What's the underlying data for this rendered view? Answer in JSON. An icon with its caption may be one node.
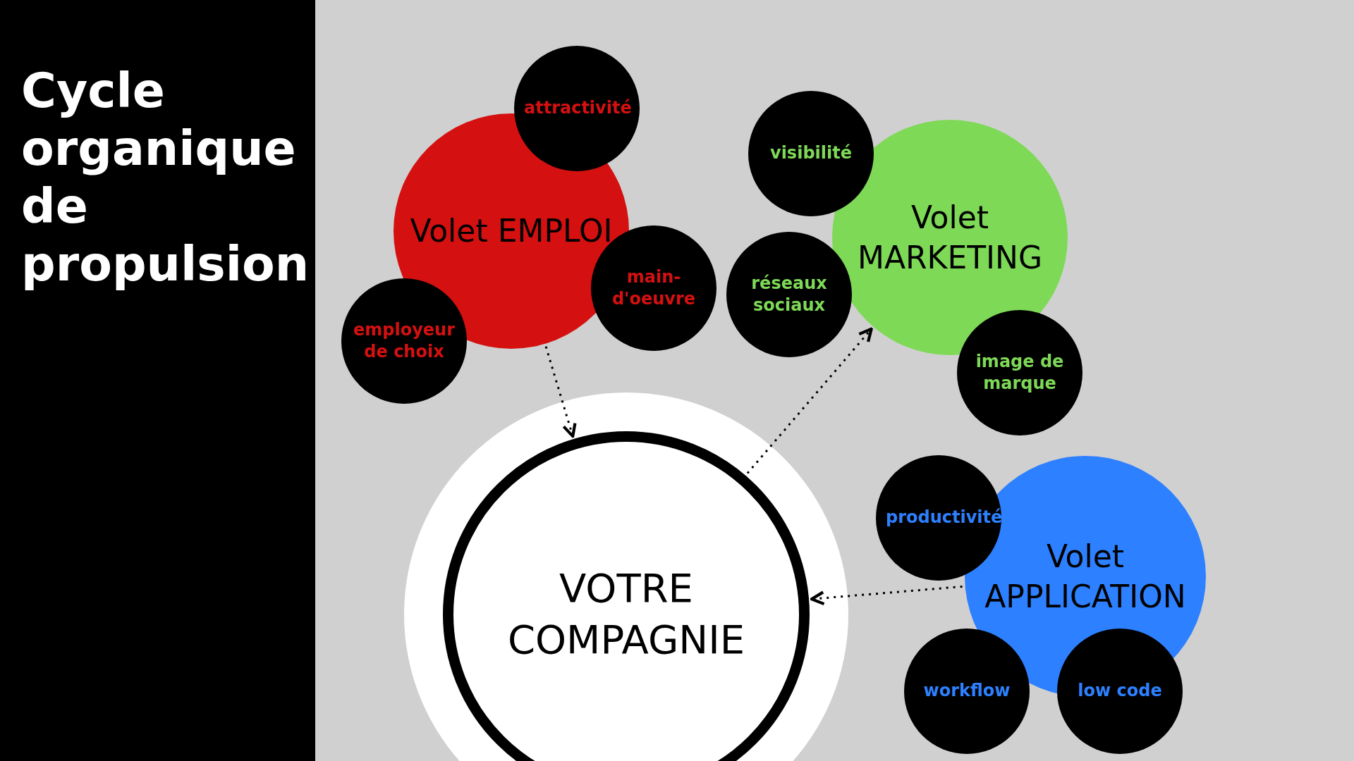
{
  "diagram": {
    "title": "Cycle organique de propulsion",
    "nodes": [
      {
        "text": [
          "Volet EMPLOI"
        ]
      },
      {
        "text": [
          "attractivité"
        ]
      },
      {
        "text": [
          "main-d'oeuvre"
        ]
      },
      {
        "text": [
          "employeur de choix"
        ]
      },
      {
        "text": [
          "Volet MARKETING"
        ]
      },
      {
        "text": [
          "visibilité"
        ]
      },
      {
        "text": [
          "réseaux sociaux"
        ]
      },
      {
        "text": [
          "image de marque"
        ]
      },
      {
        "text": [
          "VOTRE COMPAGNIE"
        ]
      },
      {
        "text": [
          "Volet APPLICATION"
        ]
      },
      {
        "text": [
          "productivité"
        ]
      },
      {
        "text": [
          "workflow"
        ]
      },
      {
        "text": [
          "low code"
        ]
      }
    ],
    "edges": [
      {
        "from": 0,
        "to": 8,
        "arrow": "to",
        "style": "dashed"
      },
      {
        "from": 8,
        "to": 4,
        "arrow": "to",
        "style": "dashed"
      },
      {
        "from": 9,
        "to": 8,
        "arrow": "to",
        "style": "dashed"
      }
    ]
  }
}
